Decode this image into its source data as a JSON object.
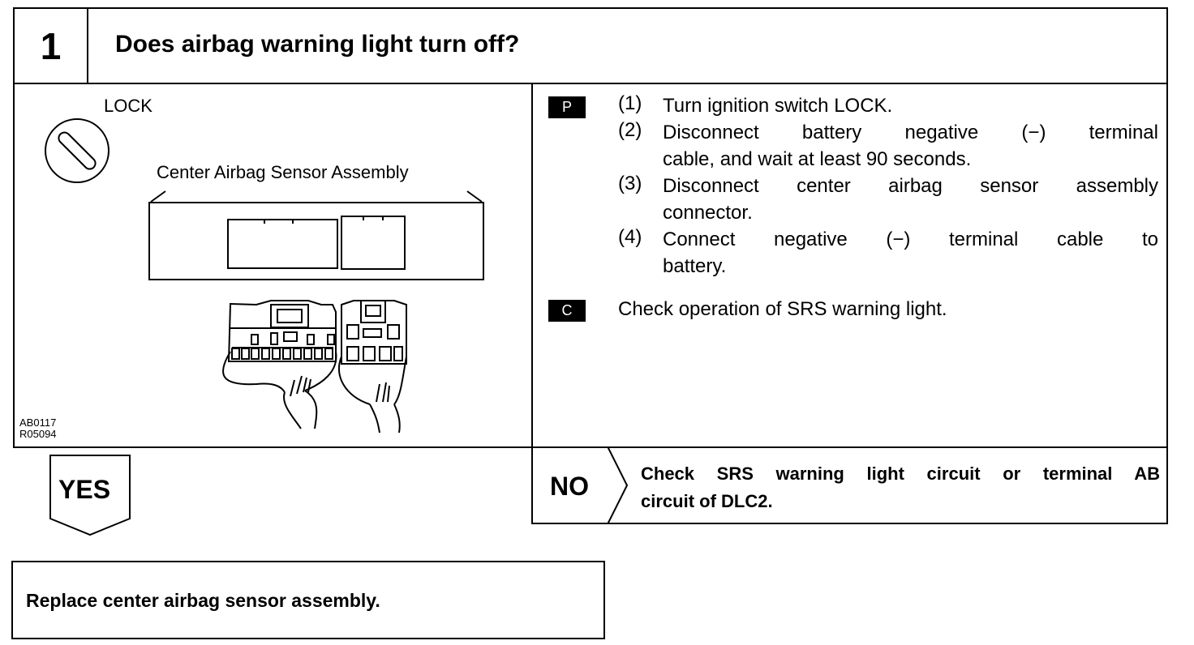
{
  "header": {
    "step_number": "1",
    "question": "Does airbag warning light turn off?"
  },
  "illustration": {
    "lock_label": "LOCK",
    "sensor_label": "Center Airbag Sensor Assembly",
    "codes": [
      "AB0117",
      "R05094"
    ]
  },
  "procedure": {
    "prepare_badge": "P",
    "steps": [
      {
        "num": "(1)",
        "line1": "Turn ignition switch LOCK.",
        "line2": ""
      },
      {
        "num": "(2)",
        "line1": "Disconnect battery negative (−) terminal",
        "line2": "cable, and wait at least 90 seconds."
      },
      {
        "num": "(3)",
        "line1": "Disconnect center airbag sensor assembly",
        "line2": "connector."
      },
      {
        "num": "(4)",
        "line1": "Connect negative (−) terminal cable to",
        "line2": "battery."
      }
    ],
    "check_badge": "C",
    "check_text": "Check operation of SRS warning light."
  },
  "outcomes": {
    "no_label": "NO",
    "no_result_line1": "Check SRS warning light circuit or terminal AB",
    "no_result_line2": "circuit of DLC2.",
    "yes_label": "YES",
    "yes_result": "Replace center airbag sensor assembly."
  }
}
